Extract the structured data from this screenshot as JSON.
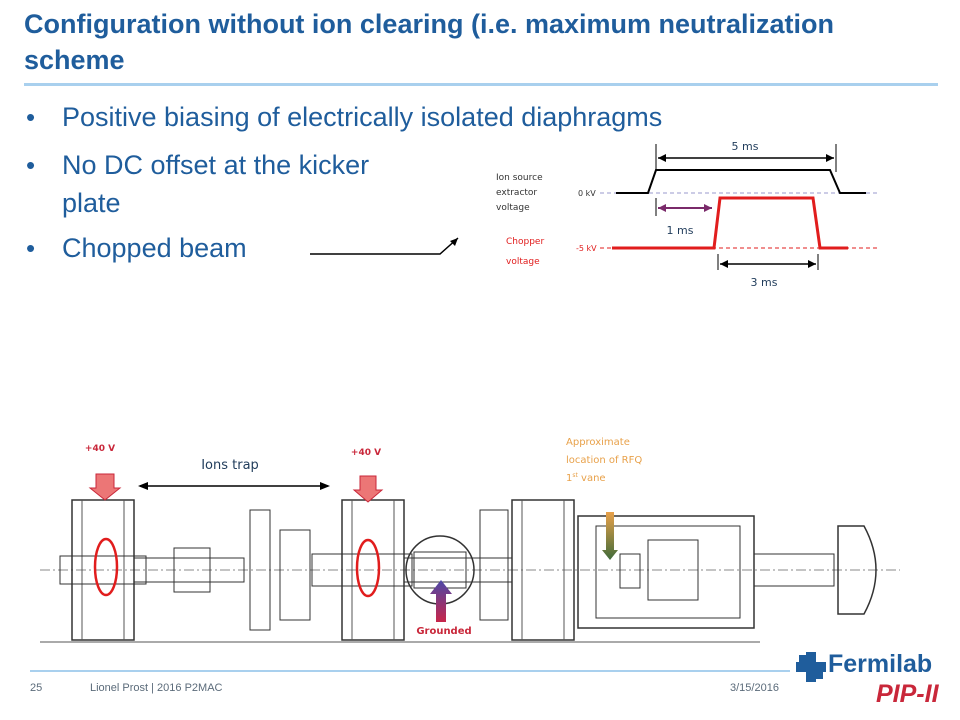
{
  "slide": {
    "title": "Configuration without ion clearing (i.e. maximum neutralization scheme",
    "bullets": [
      {
        "symbol": "•",
        "text": "Positive biasing of electrically isolated diaphragms"
      },
      {
        "symbol": "•",
        "text": "No DC offset at the kicker plate"
      },
      {
        "symbol": "•",
        "text": "Chopped beam"
      }
    ]
  },
  "timing_diagram": {
    "label_5ms": "5 ms",
    "label_1ms": "1 ms",
    "label_3ms": "3 ms",
    "ion_source_label": [
      "Ion source",
      "extractor",
      "voltage"
    ],
    "chopper_label": [
      "Chopper",
      "voltage"
    ],
    "level_0kv": "0 kV",
    "level_m5kv": "-5 kV",
    "colors": {
      "ion_source": "#000000",
      "chopper": "#e11d1d",
      "arrow_1ms": "#7a2a6a"
    }
  },
  "beamline": {
    "bias_left": "+40 V",
    "bias_right": "+40 V",
    "ions_trap_label": "Ions trap",
    "rfq_label": [
      "Approximate",
      "location of RFQ",
      "1",
      "st",
      " vane"
    ],
    "grounded_label": "Grounded",
    "colors": {
      "bias_arrow": "#ec7676",
      "ring": "#e11d1d",
      "annotation": "#e8a14a",
      "ground_arrow_top": "#4b48a8",
      "ground_arrow_bottom": "#c8264a"
    }
  },
  "footer": {
    "page_number": "25",
    "author": "Lionel Prost | 2016 P2MAC",
    "date": "3/15/2016",
    "logo_word": "Fermilab",
    "logo_sub": "PIP-II",
    "logo_icon": "fermilab-logo-icon"
  }
}
